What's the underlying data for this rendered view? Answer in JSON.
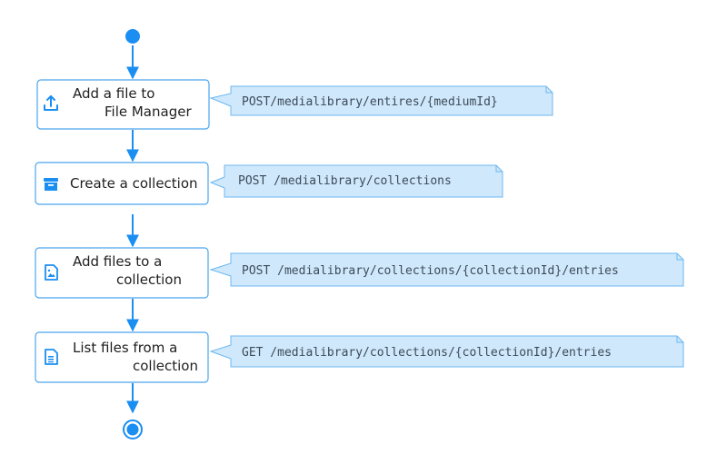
{
  "colors": {
    "accent": "#1b8ef2",
    "box_border": "#4aa5ee",
    "note_fill": "#cfe8fb",
    "note_border": "#6cb7f0",
    "text": "#1f1f1f",
    "note_text": "#3d4b59"
  },
  "steps": [
    {
      "icon": "upload-icon",
      "label_lines": [
        "Add a file to",
        "File Manager"
      ],
      "endpoint": "POST/medialibrary/entires/{mediumId}"
    },
    {
      "icon": "archive-box-icon",
      "label_lines": [
        "Create a collection"
      ],
      "endpoint": "POST /medialibrary/collections"
    },
    {
      "icon": "image-file-icon",
      "label_lines": [
        "Add files to a",
        "collection"
      ],
      "endpoint": "POST /medialibrary/collections/{collectionId}/entries"
    },
    {
      "icon": "list-file-icon",
      "label_lines": [
        "List files from a",
        "collection"
      ],
      "endpoint": "GET /medialibrary/collections/{collectionId}/entries"
    }
  ]
}
